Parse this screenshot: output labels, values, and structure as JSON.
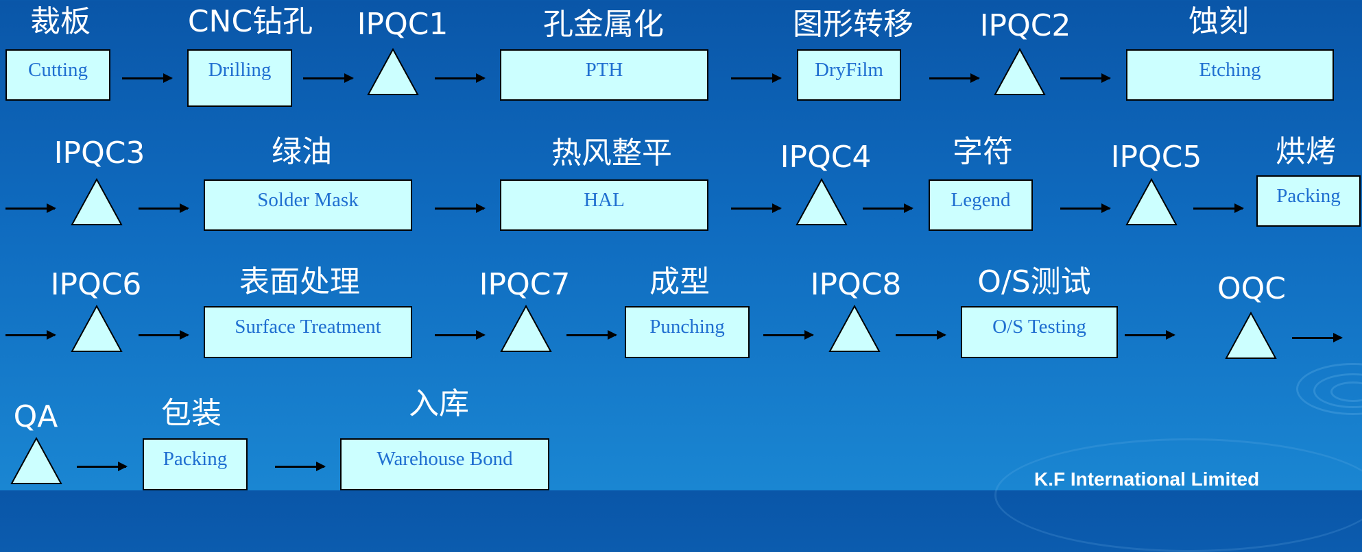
{
  "colors": {
    "background": "#0f6bbf",
    "box_fill": "#ccffff",
    "box_text": "#1f6fd0",
    "label_text": "#ffffff"
  },
  "row1": {
    "cutting_cn": "裁板",
    "cutting_en": "Cutting",
    "drilling_cn": "CNC钻孔",
    "drilling_en": "Drilling",
    "ipqc1": "IPQC1",
    "pth_cn": "孔金属化",
    "pth_en": "PTH",
    "dryfilm_cn": "图形转移",
    "dryfilm_en": "DryFilm",
    "ipqc2": "IPQC2",
    "etching_cn": "蚀刻",
    "etching_en": "Etching"
  },
  "row2": {
    "ipqc3": "IPQC3",
    "soldermask_cn": "绿油",
    "soldermask_en": "Solder Mask",
    "hal_cn": "热风整平",
    "hal_en": "HAL",
    "ipqc4": "IPQC4",
    "legend_cn": "字符",
    "legend_en": "Legend",
    "ipqc5": "IPQC5",
    "baking_cn": "烘烤",
    "baking_en": "Packing"
  },
  "row3": {
    "ipqc6": "IPQC6",
    "surface_cn": "表面处理",
    "surface_en": "Surface Treatment",
    "ipqc7": "IPQC7",
    "punching_cn": "成型",
    "punching_en": "Punching",
    "ipqc8": "IPQC8",
    "ostest_cn": "O/S测试",
    "ostest_en": "O/S Testing",
    "oqc": "OQC"
  },
  "row4": {
    "qa": "QA",
    "packing_cn": "包装",
    "packing_en": "Packing",
    "warehouse_cn": "入库",
    "warehouse_en": "Warehouse Bond"
  },
  "footer": {
    "company": "K.F International Limited"
  }
}
